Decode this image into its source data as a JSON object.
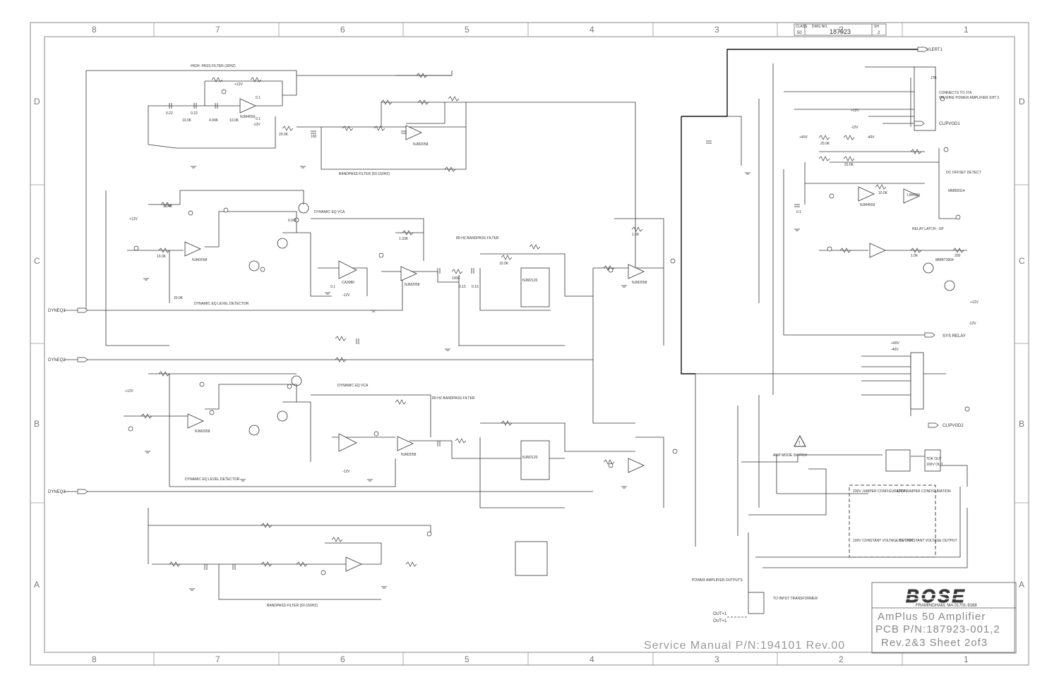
{
  "title_block": {
    "brand_logo": "BOSE",
    "address": "FRAMINGHAM, MA 01701-9168",
    "line1": "AmPlus 50 Amplifier",
    "line2": "PCB P/N:187923-001,2",
    "line3": "Rev.2&3 Sheet 2of3",
    "class": "50",
    "dwg_no": "187923",
    "sheet": "2",
    "class_hdr": "CLASS",
    "dwg_hdr": "DWG NO.",
    "sh_hdr": "SH"
  },
  "service_manual": "Service Manual P/N:194101 Rev.00",
  "grid": {
    "columns": [
      "8",
      "7",
      "6",
      "5",
      "4",
      "3",
      "2",
      "1"
    ],
    "rows": [
      "D",
      "C",
      "B",
      "A"
    ]
  },
  "blocks": {
    "highpass": "HIGH- PASS FILTER (30HZ)",
    "bandpass_top": "BANDPASS FILTER (50-150HZ)",
    "bandpass_bot": "BANDPASS FILTER (50-150HZ)",
    "dyn_eq_vca_1": "DYNAMIC EQ VCA",
    "dyn_eq_vca_2": "DYNAMIC EQ VCA",
    "dyn_eq_level_1": "DYNAMIC EQ LEVEL DETECTOR",
    "dyn_eq_level_2": "DYNAMIC EQ LEVEL DETECTOR",
    "bp80_1": "80-HZ BANDPASS FILTER",
    "bp80_2": "80-HZ BANDPASS FILTER",
    "dc_offset": "DC OFFSET DETECT",
    "relay_latch": "RELAY LATCH - UP",
    "amp_mode": "AMP MODE SWITCH",
    "power_amp_outputs": "POWER AMPLIFIER OUTPUTS",
    "connects_jta": "CONNECTS TO J7A",
    "on_wire_power": "ON WIRE POWER AMPLIFIER SHT 3",
    "j7_label": "J7B",
    "jumper_230": "230V JUMPER CONFIGURATION",
    "jumper_120": "120V JUMPER CONFIGURATION",
    "const_100": "100V CONSTANT VOLTAGE OUTPUT",
    "const_70": "70V CONSTANT VOLTAGE OUTPUT",
    "xfmr_note": "TO INPUT TRANSFORMER"
  },
  "nets": {
    "dyneq1": "DYNEQ1",
    "dyneq2": "DYNEQ2",
    "dyneq3": "DYNEQ3",
    "levlert1": "LEVLERT1",
    "clipvgd1": "CLIPVGD1",
    "clipvgd2": "CLIPVGD2",
    "sys_relay": "SYS RELAY",
    "out1": "OUT+1",
    "out2": "OUT+1",
    "tdk_out1": "TDK OUT",
    "tdk_out2": "100V OUT"
  },
  "components": {
    "ic_top": [
      "NJM4559",
      "NJM2058",
      "NJM2058"
    ],
    "ic_mid": [
      "NJM2058",
      "CA3080",
      "NJM2058",
      "NJM2120"
    ],
    "ic_bot": [
      "NJM2058",
      "NJM2058",
      "NJM2120"
    ],
    "ic_right": [
      "NJM4559",
      "LM4559",
      "MMBT3904"
    ],
    "vals_top": [
      "0.22",
      "0.22",
      "10.0K",
      "4.99K",
      "10.0K",
      "0.1",
      "0.1",
      "100",
      "0.15",
      "0.15",
      "20.0K"
    ],
    "vals_mid": [
      "10.0K",
      "1.33K",
      "100K",
      "6.04K",
      "3.24K",
      "20.0K",
      "10.0K",
      "0.1",
      "1.5K"
    ],
    "vals_right": [
      "20.0K",
      "10.0K",
      "20.0K",
      "0.1",
      "1.0K",
      "200",
      "MMBD914"
    ]
  },
  "rails": [
    "+12V",
    "-12V",
    "+40V",
    "-40V"
  ]
}
